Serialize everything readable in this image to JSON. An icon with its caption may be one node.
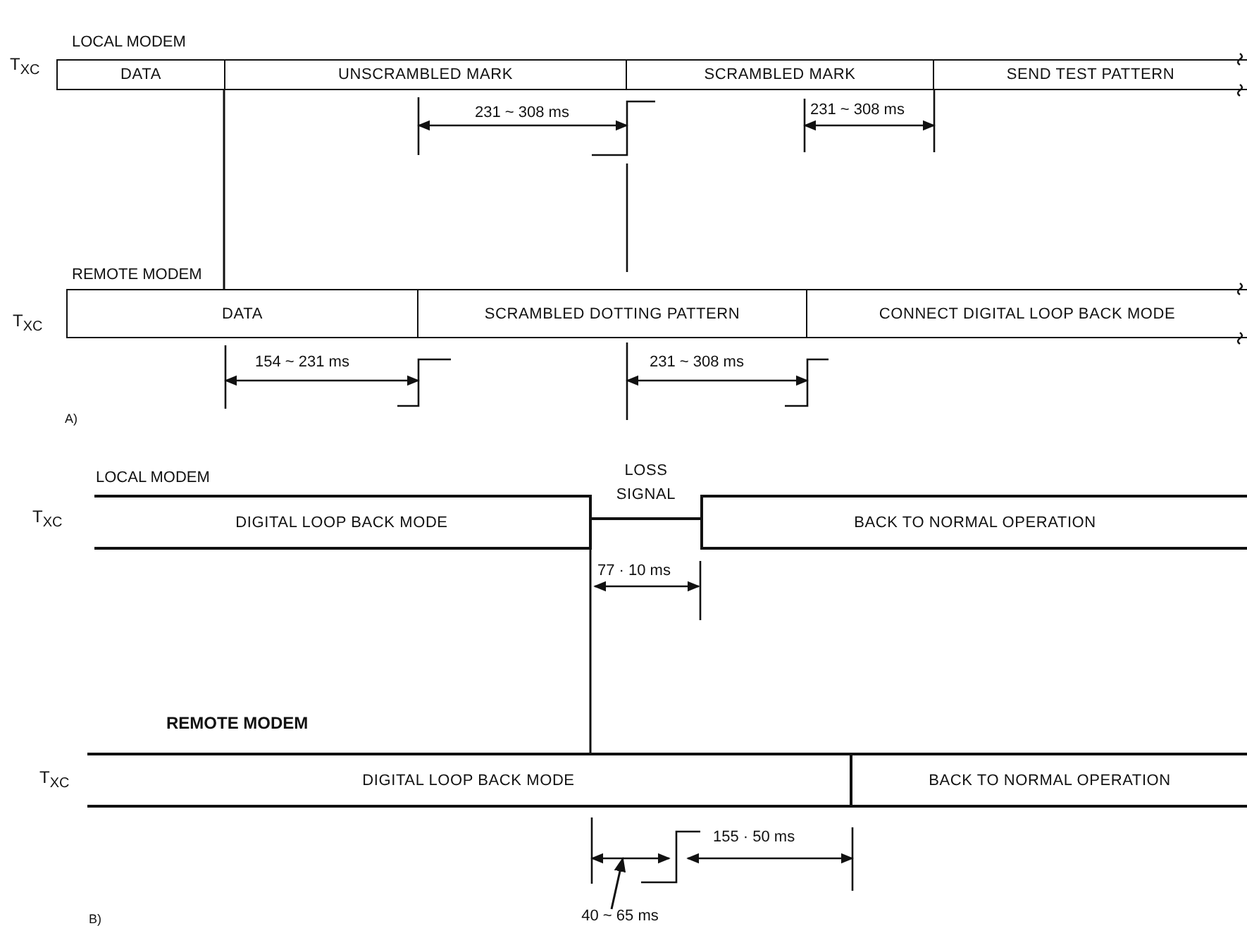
{
  "diagram": {
    "nodes": [
      {
        "text": [
          "DATA"
        ]
      },
      {
        "text": [
          "UNSCRAMBLED MARK"
        ]
      },
      {
        "text": [
          "SCRAMBLED MARK"
        ]
      },
      {
        "text": [
          "SEND TEST PATTERN"
        ]
      },
      {
        "text": [
          "DATA"
        ]
      },
      {
        "text": [
          "SCRAMBLED DOTTING PATTERN"
        ]
      },
      {
        "text": [
          "CONNECT DIGITAL LOOP BACK MODE"
        ]
      },
      {
        "text": [
          "DIGITAL LOOP BACK MODE"
        ]
      },
      {
        "text": [
          "LOSS SIGNAL"
        ]
      },
      {
        "text": [
          "BACK TO NORMAL OPERATION"
        ]
      },
      {
        "text": [
          "DIGITAL LOOP BACK MODE"
        ]
      },
      {
        "text": [
          "BACK TO NORMAL OPERATION"
        ]
      },
      {
        "text": [
          "40 ~ 65 ms"
        ]
      },
      {
        "text": [],
        "shape": "line"
      }
    ],
    "edges": [
      {
        "from": 12,
        "to": 13,
        "arrow": "to"
      },
      {
        "from": 0,
        "to": 4,
        "arrow": "none"
      },
      {
        "from": 7,
        "to": 10,
        "arrow": "none"
      }
    ],
    "labels": [
      "LOCAL MODEM",
      "T$_{XC}$",
      "231 ~ 308 ms",
      "231 ~ 308 ms",
      "REMOTE MODEM",
      "T$_{XC}$",
      "154 ~ 231 ms",
      "231 ~ 308 ms",
      "A)",
      "LOCAL MODEM",
      "T$_{XC}$",
      "77 · 10 ms",
      "REMOTE MODEM",
      "T$_{XC}$",
      "155 · 50 ms",
      "B)"
    ]
  }
}
